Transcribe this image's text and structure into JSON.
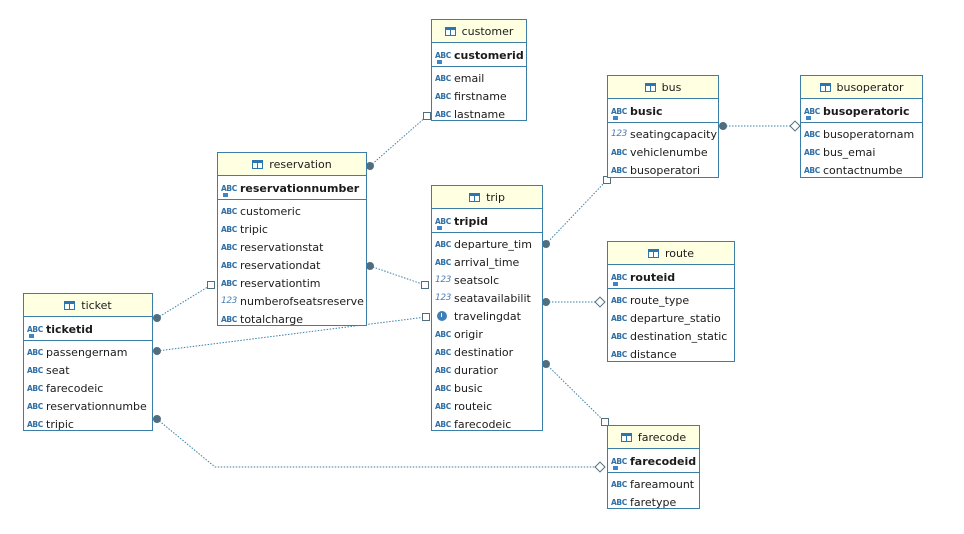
{
  "diagram": {
    "entities": [
      {
        "id": "customer",
        "name": "customer",
        "pk": [
          {
            "name": "customerid",
            "type": "text",
            "key": true
          }
        ],
        "columns": [
          {
            "name": "email",
            "type": "text"
          },
          {
            "name": "firstname",
            "type": "text"
          },
          {
            "name": "lastname",
            "type": "text"
          }
        ]
      },
      {
        "id": "reservation",
        "name": "reservation",
        "pk": [
          {
            "name": "reservationnumber",
            "type": "text",
            "key": true
          }
        ],
        "columns": [
          {
            "name": "customeric",
            "type": "text"
          },
          {
            "name": "tripic",
            "type": "text"
          },
          {
            "name": "reservationstat",
            "type": "text"
          },
          {
            "name": "reservationdat",
            "type": "text"
          },
          {
            "name": "reservationtim",
            "type": "text"
          },
          {
            "name": "numberofseatsreserve",
            "type": "number"
          },
          {
            "name": "totalcharge",
            "type": "text"
          }
        ]
      },
      {
        "id": "trip",
        "name": "trip",
        "pk": [
          {
            "name": "tripid",
            "type": "text",
            "key": true
          }
        ],
        "columns": [
          {
            "name": "departure_tim",
            "type": "text"
          },
          {
            "name": "arrival_time",
            "type": "text"
          },
          {
            "name": "seatsolc",
            "type": "number"
          },
          {
            "name": "seatavailabilit",
            "type": "number"
          },
          {
            "name": "travelingdat",
            "type": "date"
          },
          {
            "name": "origir",
            "type": "text"
          },
          {
            "name": "destinatior",
            "type": "text"
          },
          {
            "name": "duratior",
            "type": "text"
          },
          {
            "name": "busic",
            "type": "text"
          },
          {
            "name": "routeic",
            "type": "text"
          },
          {
            "name": "farecodeic",
            "type": "text"
          }
        ]
      },
      {
        "id": "ticket",
        "name": "ticket",
        "pk": [
          {
            "name": "ticketid",
            "type": "text",
            "key": true
          }
        ],
        "columns": [
          {
            "name": "passengernam",
            "type": "text"
          },
          {
            "name": "seat",
            "type": "text"
          },
          {
            "name": "farecodeic",
            "type": "text"
          },
          {
            "name": "reservationnumbe",
            "type": "text"
          },
          {
            "name": "tripic",
            "type": "text"
          }
        ]
      },
      {
        "id": "bus",
        "name": "bus",
        "pk": [
          {
            "name": "busic",
            "type": "text",
            "key": true
          }
        ],
        "columns": [
          {
            "name": "seatingcapacity",
            "type": "number"
          },
          {
            "name": "vehiclenumbe",
            "type": "text"
          },
          {
            "name": "busoperatori",
            "type": "text"
          }
        ]
      },
      {
        "id": "busoperator",
        "name": "busoperator",
        "pk": [
          {
            "name": "busoperatoric",
            "type": "text",
            "key": true
          }
        ],
        "columns": [
          {
            "name": "busoperatornam",
            "type": "text"
          },
          {
            "name": "bus_emai",
            "type": "text"
          },
          {
            "name": "contactnumbe",
            "type": "text"
          }
        ]
      },
      {
        "id": "route",
        "name": "route",
        "pk": [
          {
            "name": "routeid",
            "type": "text",
            "key": true
          }
        ],
        "columns": [
          {
            "name": "route_type",
            "type": "text"
          },
          {
            "name": "departure_statio",
            "type": "text"
          },
          {
            "name": "destination_static",
            "type": "text"
          },
          {
            "name": "distance",
            "type": "text"
          }
        ]
      },
      {
        "id": "farecode",
        "name": "farecode",
        "pk": [
          {
            "name": "farecodeid",
            "type": "text",
            "key": true
          }
        ],
        "columns": [
          {
            "name": "fareamount",
            "type": "text"
          },
          {
            "name": "faretype",
            "type": "text"
          }
        ]
      }
    ],
    "relationships": [
      {
        "from": "reservation",
        "to": "customer"
      },
      {
        "from": "reservation",
        "to": "trip"
      },
      {
        "from": "ticket",
        "to": "reservation"
      },
      {
        "from": "ticket",
        "to": "trip"
      },
      {
        "from": "ticket",
        "to": "farecode"
      },
      {
        "from": "trip",
        "to": "bus"
      },
      {
        "from": "trip",
        "to": "route"
      },
      {
        "from": "trip",
        "to": "farecode"
      },
      {
        "from": "bus",
        "to": "busoperator"
      }
    ],
    "type_icons": {
      "text": "ABC",
      "number": "123"
    },
    "colors": {
      "header_bg": "#ffffe1",
      "border": "#3b7fa8",
      "connector": "#3b7fa8",
      "endpoint": "#4f6f80"
    }
  }
}
